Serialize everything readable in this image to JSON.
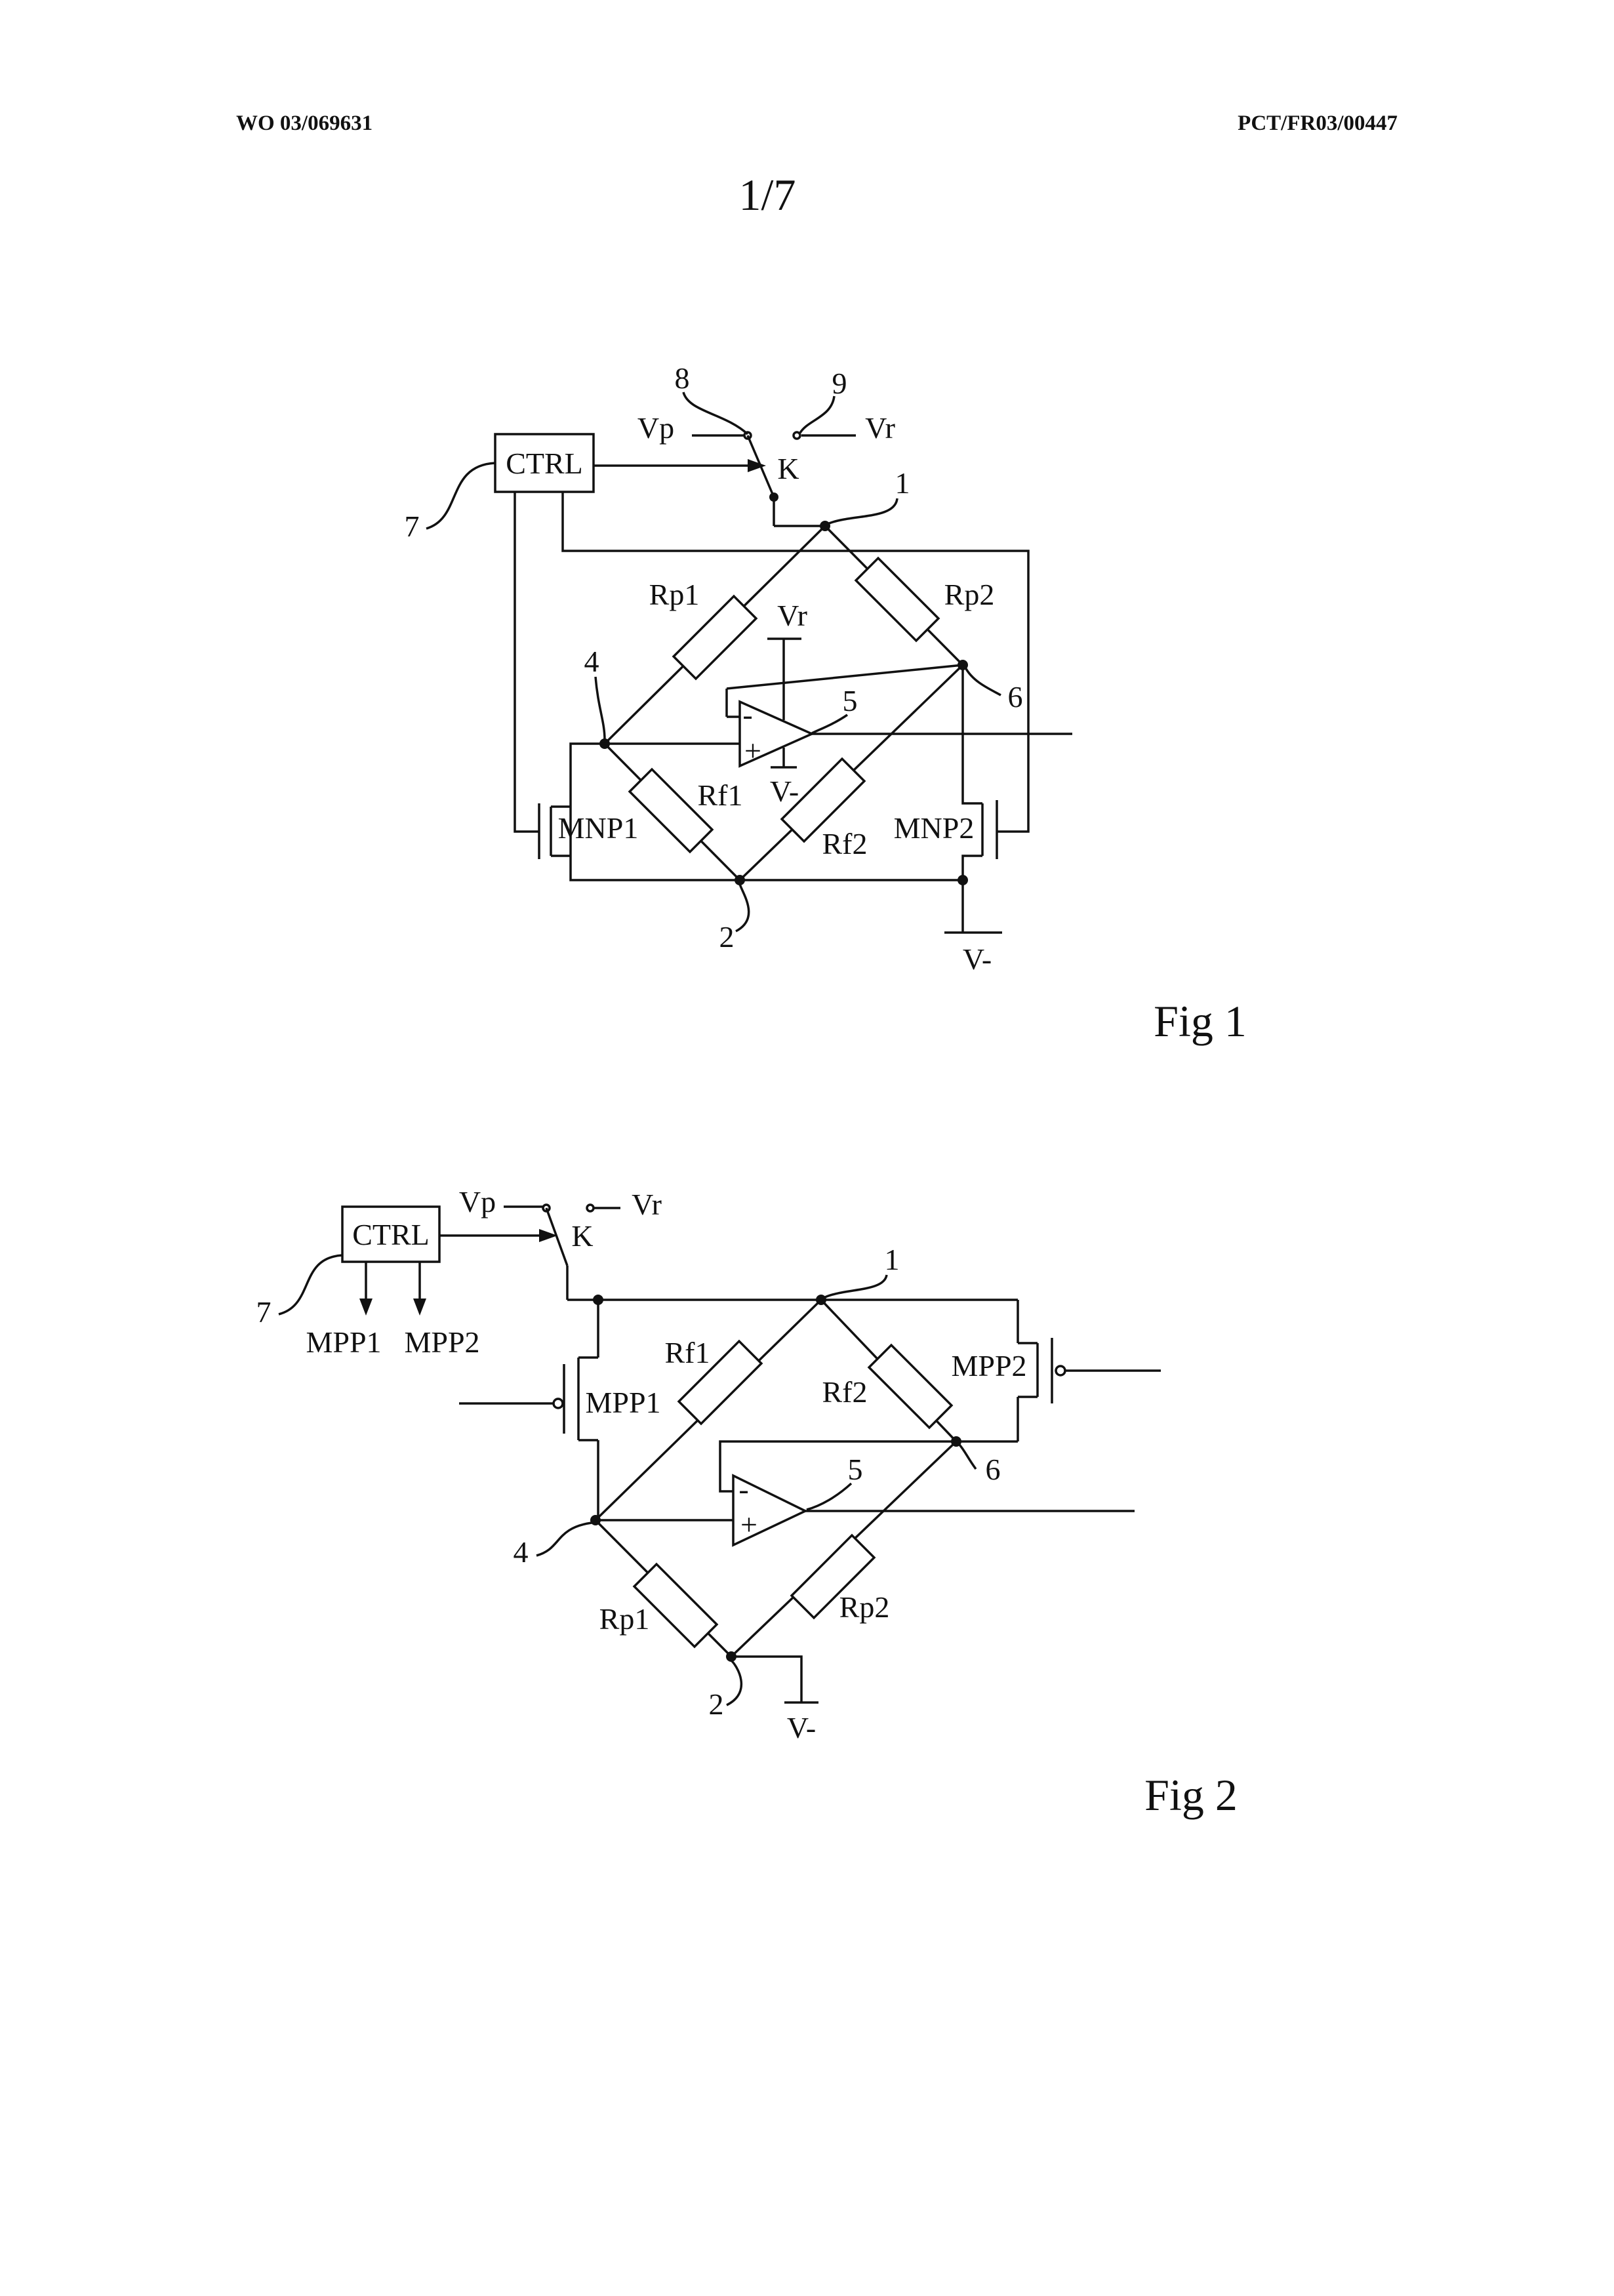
{
  "header": {
    "left": "WO 03/069631",
    "right": "PCT/FR03/00447",
    "page": "1/7"
  },
  "fig1": {
    "caption": "Fig 1",
    "labels": {
      "ctrl": "CTRL",
      "vp": "Vp",
      "vr": "Vr",
      "k": "K",
      "n8": "8",
      "n9": "9",
      "n1": "1",
      "n7": "7",
      "n4": "4",
      "n5": "5",
      "n6": "6",
      "n2": "2",
      "rp1": "Rp1",
      "rp2": "Rp2",
      "rf1": "Rf1",
      "rf2": "Rf2",
      "mnp1": "MNP1",
      "mnp2": "MNP2",
      "vr_supply": "Vr",
      "vminus_opamp": "V-",
      "vminus_ground": "V-",
      "minus": "-",
      "plus": "+"
    }
  },
  "fig2": {
    "caption": "Fig 2",
    "labels": {
      "ctrl": "CTRL",
      "vp": "Vp",
      "vr": "Vr",
      "k": "K",
      "n1": "1",
      "n7": "7",
      "n4": "4",
      "n5": "5",
      "n6": "6",
      "n2": "2",
      "mpp1_out": "MPP1",
      "mpp2_out": "MPP2",
      "rf1": "Rf1",
      "rf2": "Rf2",
      "rp1": "Rp1",
      "rp2": "Rp2",
      "mpp1": "MPP1",
      "mpp2": "MPP2",
      "vminus": "V-",
      "minus": "-",
      "plus": "+"
    }
  }
}
